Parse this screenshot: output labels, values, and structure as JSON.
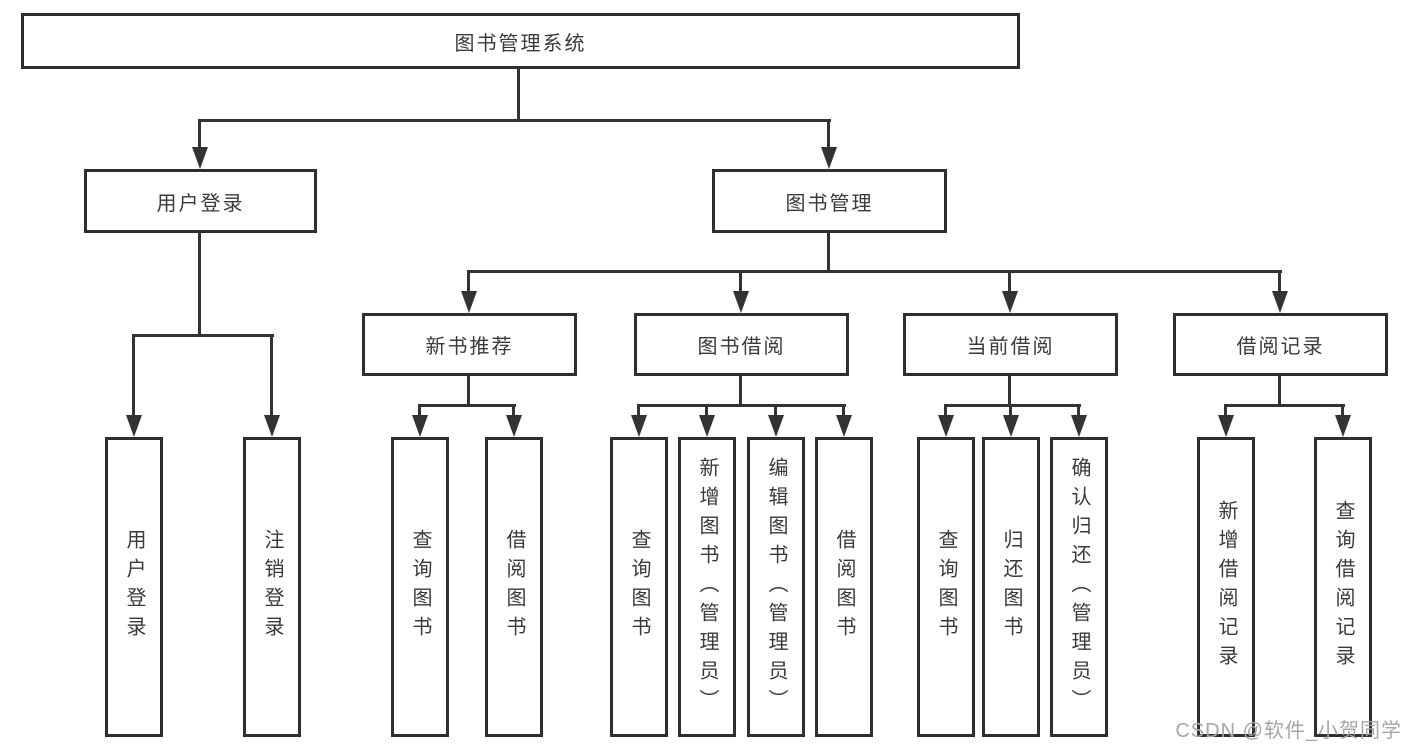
{
  "diagram": {
    "type": "hierarchy-tree",
    "orientation": "top-down"
  },
  "tree": {
    "root": {
      "label": "图书管理系统",
      "children": [
        {
          "label": "用户登录",
          "children": [
            {
              "label": "用户登录"
            },
            {
              "label": "注销登录"
            }
          ]
        },
        {
          "label": "图书管理",
          "children": [
            {
              "label": "新书推荐",
              "children": [
                {
                  "label": "查询图书"
                },
                {
                  "label": "借阅图书"
                }
              ]
            },
            {
              "label": "图书借阅",
              "children": [
                {
                  "label": "查询图书"
                },
                {
                  "label": "新增图书（管理员）"
                },
                {
                  "label": "编辑图书（管理员）"
                },
                {
                  "label": "借阅图书"
                }
              ]
            },
            {
              "label": "当前借阅",
              "children": [
                {
                  "label": "查询图书"
                },
                {
                  "label": "归还图书"
                },
                {
                  "label": "确认归还（管理员）"
                }
              ]
            },
            {
              "label": "借阅记录",
              "children": [
                {
                  "label": "新增借阅记录"
                },
                {
                  "label": "查询借阅记录"
                }
              ]
            }
          ]
        }
      ]
    }
  },
  "watermark": {
    "text": "CSDN @软件_小贺同学"
  },
  "colors": {
    "line": "#333333",
    "box_border": "#2f2f2f",
    "text": "#3a3a3a",
    "watermark": "#a6a6a6",
    "background": "#ffffff"
  }
}
